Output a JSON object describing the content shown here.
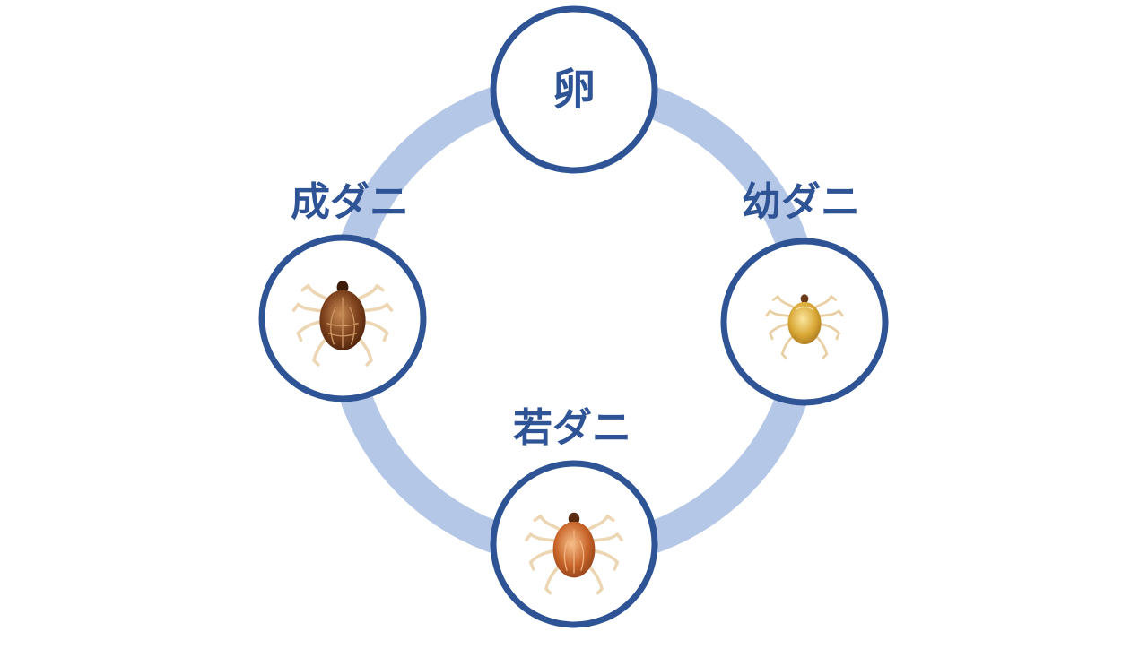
{
  "stages": {
    "egg": {
      "label": "卵"
    },
    "larva": {
      "label": "幼ダニ"
    },
    "nymph": {
      "label": "若ダニ"
    },
    "adult": {
      "label": "成ダニ"
    }
  },
  "colors": {
    "ring": "#b4c7e7",
    "node_border": "#2f5496",
    "label_text": "#2f5496",
    "tick_larva_body": "#d7a52f",
    "tick_nymph_body": "#c8652a",
    "tick_adult_body": "#8a4a22",
    "tick_legs": "#ecd6b4"
  }
}
